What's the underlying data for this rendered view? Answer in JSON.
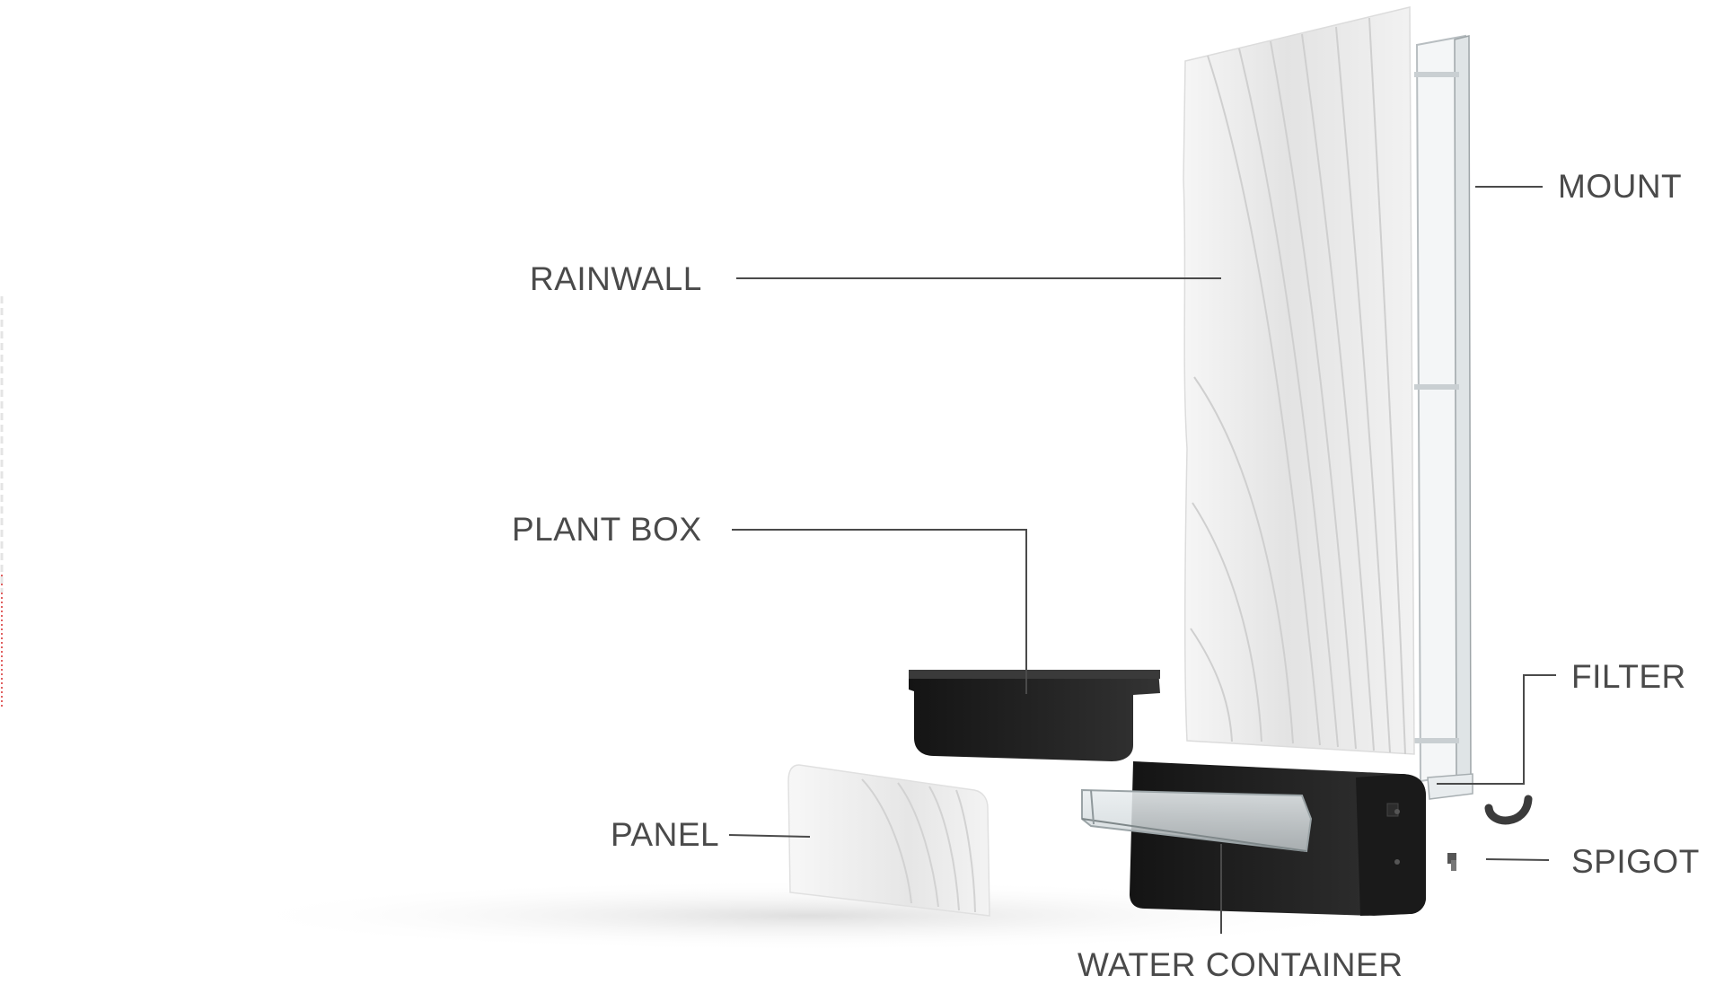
{
  "labels": {
    "rainwall": "RAINWALL",
    "plant_box": "PLANT BOX",
    "panel": "PANEL",
    "water_container": "WATER CONTAINER",
    "mount": "MOUNT",
    "filter": "FILTER",
    "spigot": "SPIGOT"
  },
  "colors": {
    "label_text": "#4a4a4a",
    "leader_line": "#4a4a4a",
    "dark_parts": "#1e1e1e",
    "white_parts": "#f0f0f0",
    "background": "#ffffff"
  }
}
